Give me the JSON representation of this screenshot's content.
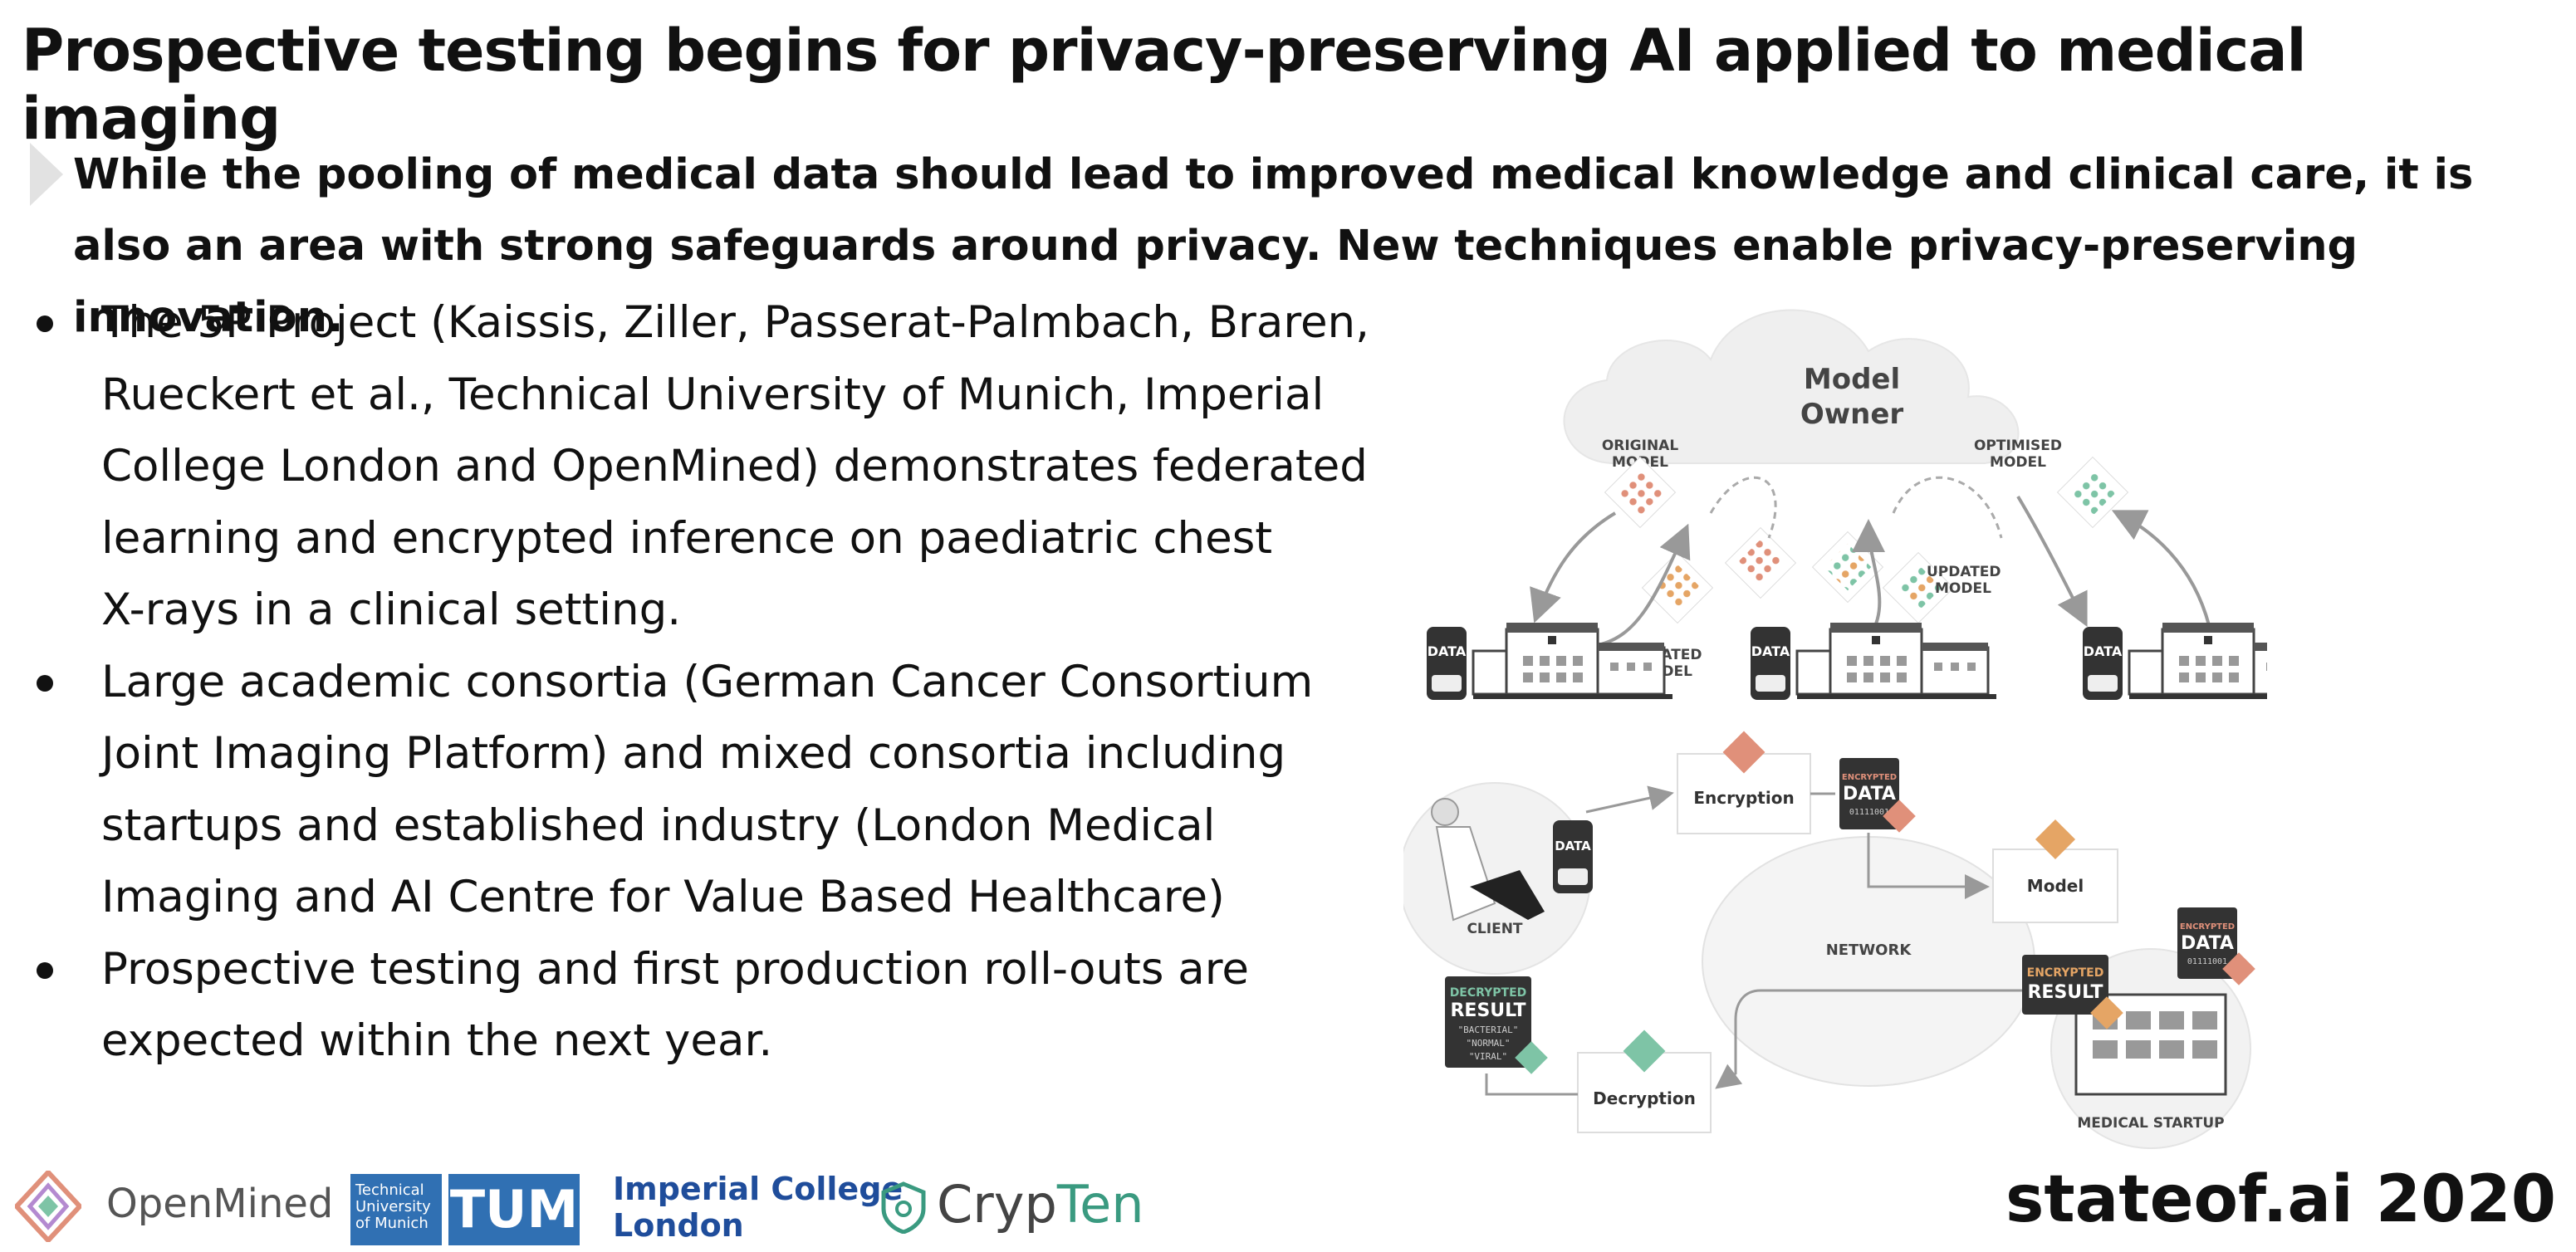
{
  "title": "Prospective testing begins for privacy-preserving AI applied to medical imaging",
  "callout": "While the pooling of medical data should lead to improved medical knowledge and clinical care, it is also an area with strong safeguards around privacy. New techniques enable privacy-preserving innovation.",
  "bullets": [
    {
      "lines": [
        "The 5P Project (Kaissis, Ziller, Passerat-Palmbach, Braren,",
        "Rueckert et al., Technical University of Munich, Imperial",
        "College London and OpenMined) demonstrates federated",
        "learning and encrypted inference on paediatric chest",
        "X-rays in a clinical setting."
      ]
    },
    {
      "lines": [
        "Large academic consortia (German Cancer Consortium",
        "Joint Imaging Platform) and mixed consortia including",
        "startups and established industry (London Medical",
        "Imaging and AI Centre for Value Based Healthcare)"
      ]
    },
    {
      "lines": [
        "Prospective testing and first production roll-outs are",
        "expected within the next year."
      ]
    }
  ],
  "figure": {
    "model_owner_line1": "Model",
    "model_owner_line2": "Owner",
    "original_model_1": "ORIGINAL",
    "original_model_2": "MODEL",
    "optimised_model_1": "OPTIMISED",
    "optimised_model_2": "MODEL",
    "updated_model_1": "UPDATED",
    "updated_model_2": "MODEL",
    "data_label": "DATA",
    "medical_label": "MEDICAL",
    "encryption": "Encryption",
    "encrypted_small": "ENCRYPTED",
    "model": "Model",
    "network": "NETWORK",
    "client": "CLIENT",
    "decrypted_1": "DECRYPTED",
    "decrypted_2": "RESULT",
    "result_bacterial": "\"BACTERIAL\"",
    "result_normal": "\"NORMAL\"",
    "result_viral": "\"VIRAL\"",
    "encrypted_result_1": "ENCRYPTED",
    "encrypted_result_2": "RESULT",
    "decryption": "Decryption",
    "medical_startup": "MEDICAL STARTUP",
    "binary": "01111001"
  },
  "logos": {
    "openmined": "OpenMined",
    "tum_small_1": "Technical",
    "tum_small_2": "University",
    "tum_small_3": "of Munich",
    "tum_mark": "TUM",
    "imperial_1": "Imperial College",
    "imperial_2": "London",
    "crypten_a": "Cryp",
    "crypten_b": "Ten"
  },
  "brand": "stateof.ai 2020",
  "colors": {
    "salmon": "#e0907a",
    "orange": "#e5a565",
    "teal": "#7ec4a6",
    "navy": "#1f4d9b",
    "tum_blue": "#3070b3",
    "crypten_green": "#3a9a80"
  }
}
